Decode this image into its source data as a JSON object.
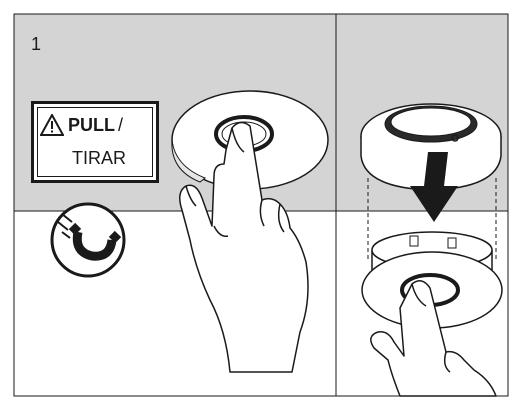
{
  "panel1": {
    "step_number": "1",
    "warning_label": {
      "line1": "PULL",
      "slash": "/",
      "line2": "TIRAR"
    },
    "icons": [
      "warning-triangle-icon",
      "magnet-icon",
      "pointing-hand-icon"
    ]
  },
  "panel2": {
    "icons": [
      "down-arrow-icon",
      "pointing-hand-icon"
    ]
  },
  "colors": {
    "ceiling_gray": "#d4d4d4",
    "line": "#1a1a1a",
    "background": "#ffffff"
  }
}
